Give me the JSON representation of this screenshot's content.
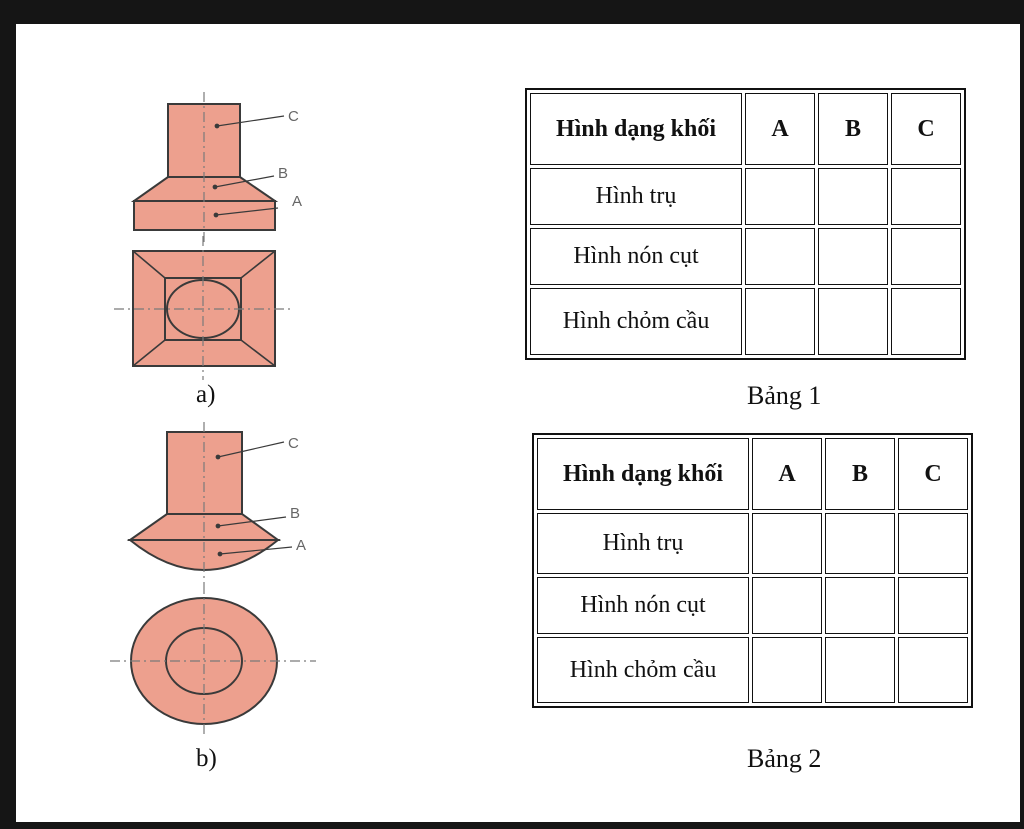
{
  "figure_a": {
    "caption": "a)",
    "labels": {
      "c": "C",
      "b": "B",
      "a": "A"
    }
  },
  "figure_b": {
    "caption": "b)",
    "labels": {
      "c": "C",
      "b": "B",
      "a": "A"
    }
  },
  "colors": {
    "fill": "#eda08e",
    "stroke": "#3a3a3a",
    "axis": "#7a7a7a"
  },
  "table1": {
    "caption": "Bảng 1",
    "header": [
      "Hình dạng khối",
      "A",
      "B",
      "C"
    ],
    "rows": [
      "Hình trụ",
      "Hình nón cụt",
      "Hình chỏm cầu"
    ]
  },
  "table2": {
    "caption": "Bảng 2",
    "header": [
      "Hình dạng khối",
      "A",
      "B",
      "C"
    ],
    "rows": [
      "Hình trụ",
      "Hình nón cụt",
      "Hình chỏm cầu"
    ]
  }
}
